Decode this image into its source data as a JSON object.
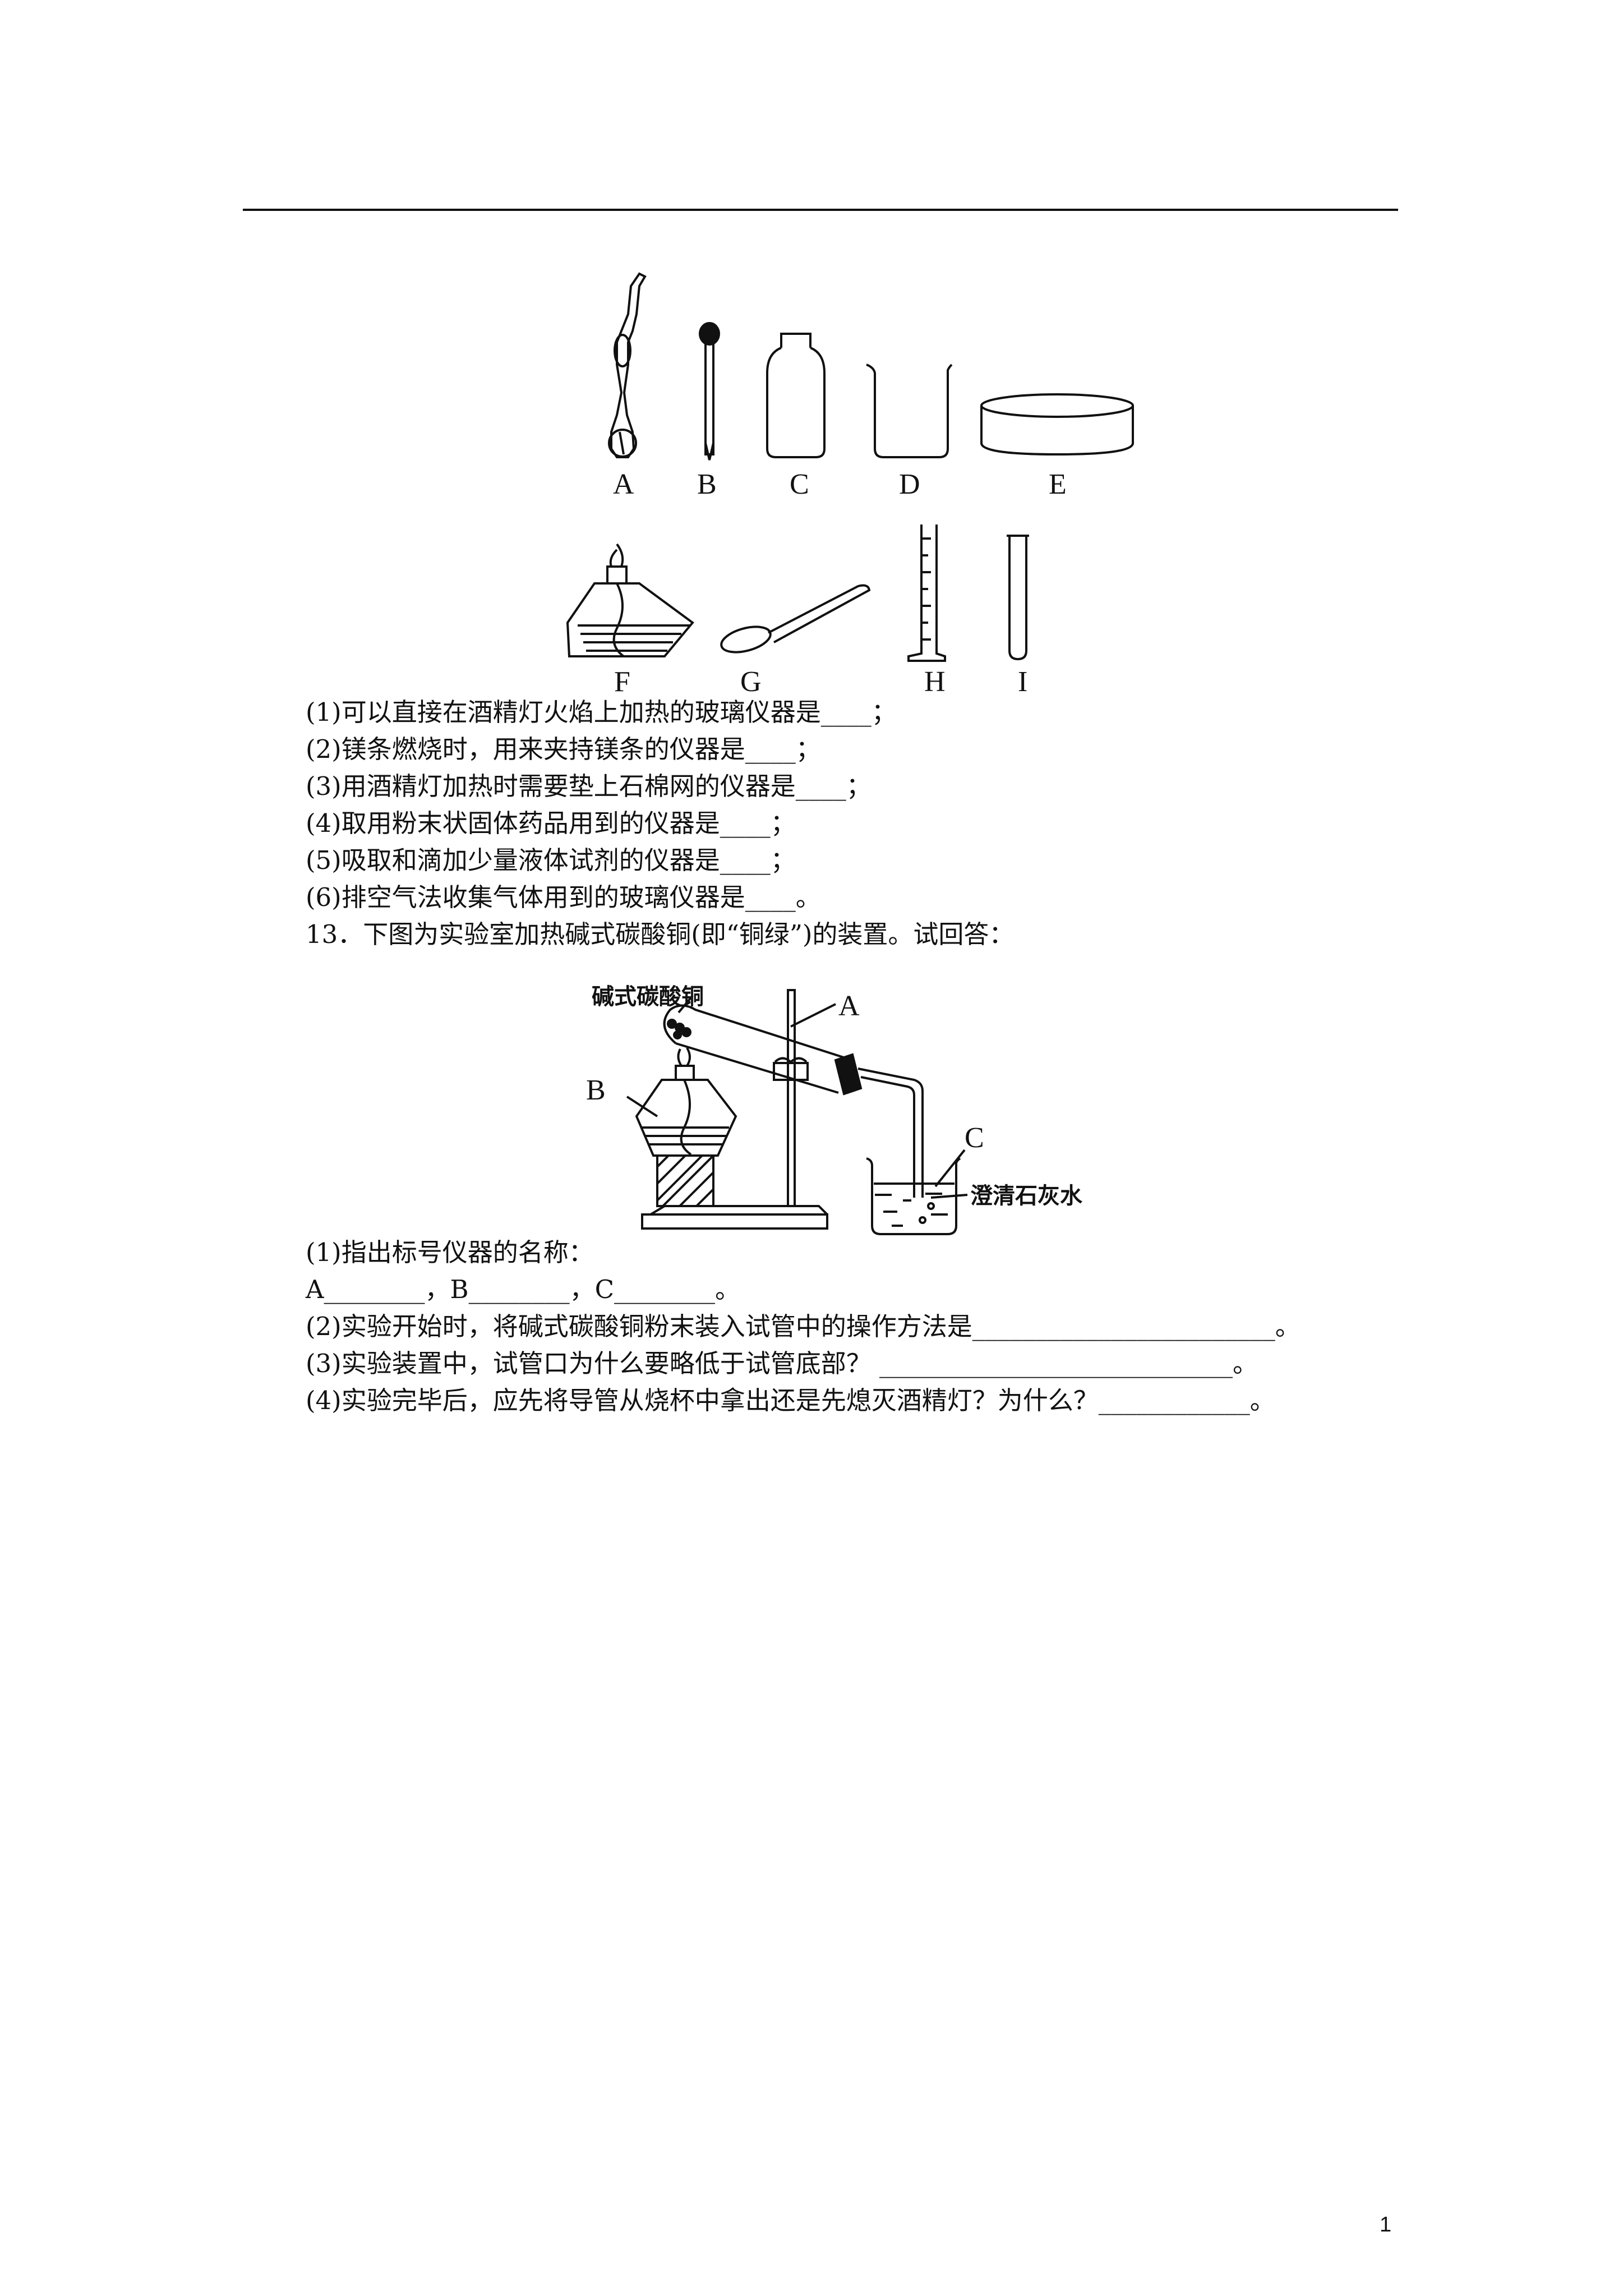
{
  "figure1": {
    "labels": [
      "A",
      "B",
      "C",
      "D",
      "E",
      "F",
      "G",
      "H",
      "I"
    ]
  },
  "questions12": [
    "(1)可以直接在酒精灯火焰上加热的玻璃仪器是____；",
    "(2)镁条燃烧时，用来夹持镁条的仪器是____；",
    "(3)用酒精灯加热时需要垫上石棉网的仪器是____；",
    "(4)取用粉末状固体药品用到的仪器是____；",
    "(5)吸取和滴加少量液体试剂的仪器是____；",
    "(6)排空气法收集气体用到的玻璃仪器是____。"
  ],
  "q13": {
    "stem": "13．下图为实验室加热碱式碳酸铜(即“铜绿”)的装置。试回答：",
    "figure": {
      "reagent_label": "碱式碳酸铜",
      "solution_label": "澄清石灰水",
      "label_a": "A",
      "label_b": "B",
      "label_c": "C"
    },
    "sub1": "(1)指出标号仪器的名称：",
    "sub1_blanks": "A________，B________，C________。",
    "sub2": "(2)实验开始时，将碱式碳酸铜粉末装入试管中的操作方法是________________________。",
    "sub3": "(3)实验装置中，试管口为什么要略低于试管底部？ ____________________________。",
    "sub4": "(4)实验完毕后，应先将导管从烧杯中拿出还是先熄灭酒精灯？为什么？____________。"
  },
  "page_number": "1"
}
